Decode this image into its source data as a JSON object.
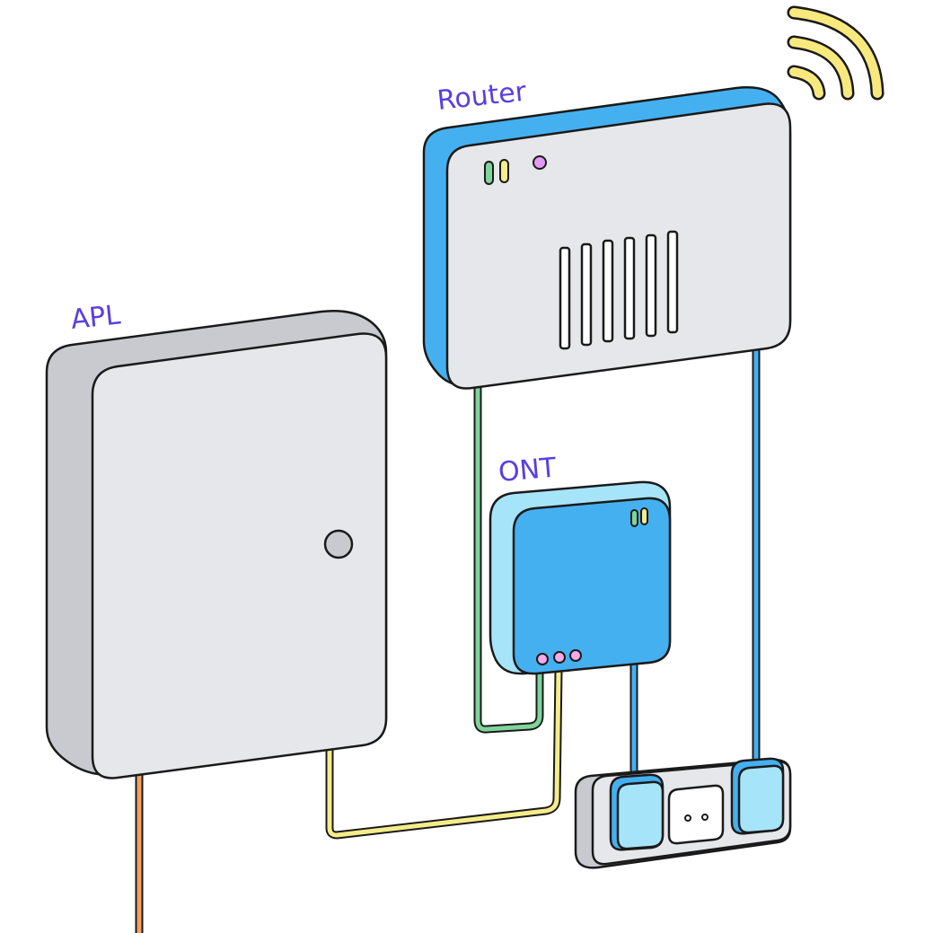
{
  "labels": {
    "apl": "APL",
    "router": "Router",
    "ont": "ONT"
  },
  "icons": {
    "wifi": "wifi-signal-icon"
  },
  "colors": {
    "label": "#5a3fe0",
    "outline": "#1a1a1a",
    "router_face": "#e6e7ea",
    "router_side": "#45b0f0",
    "apl_face": "#e6e7ea",
    "apl_side": "#c8cacf",
    "ont_face": "#45b0f0",
    "ont_side": "#a6e4fa",
    "plug": "#a6e4fa",
    "socket_strip": "#e6e7ea",
    "cable_green": "#7fd49a",
    "cable_yellow": "#f5ec8a",
    "cable_blue": "#45b0f0",
    "cable_orange": "#f4a161",
    "wifi": "#f7e97e",
    "led_green": "#7fd49a",
    "led_yellow": "#f5ec8a",
    "led_pink": "#f5a9e8",
    "led_purple": "#e19cf1"
  }
}
